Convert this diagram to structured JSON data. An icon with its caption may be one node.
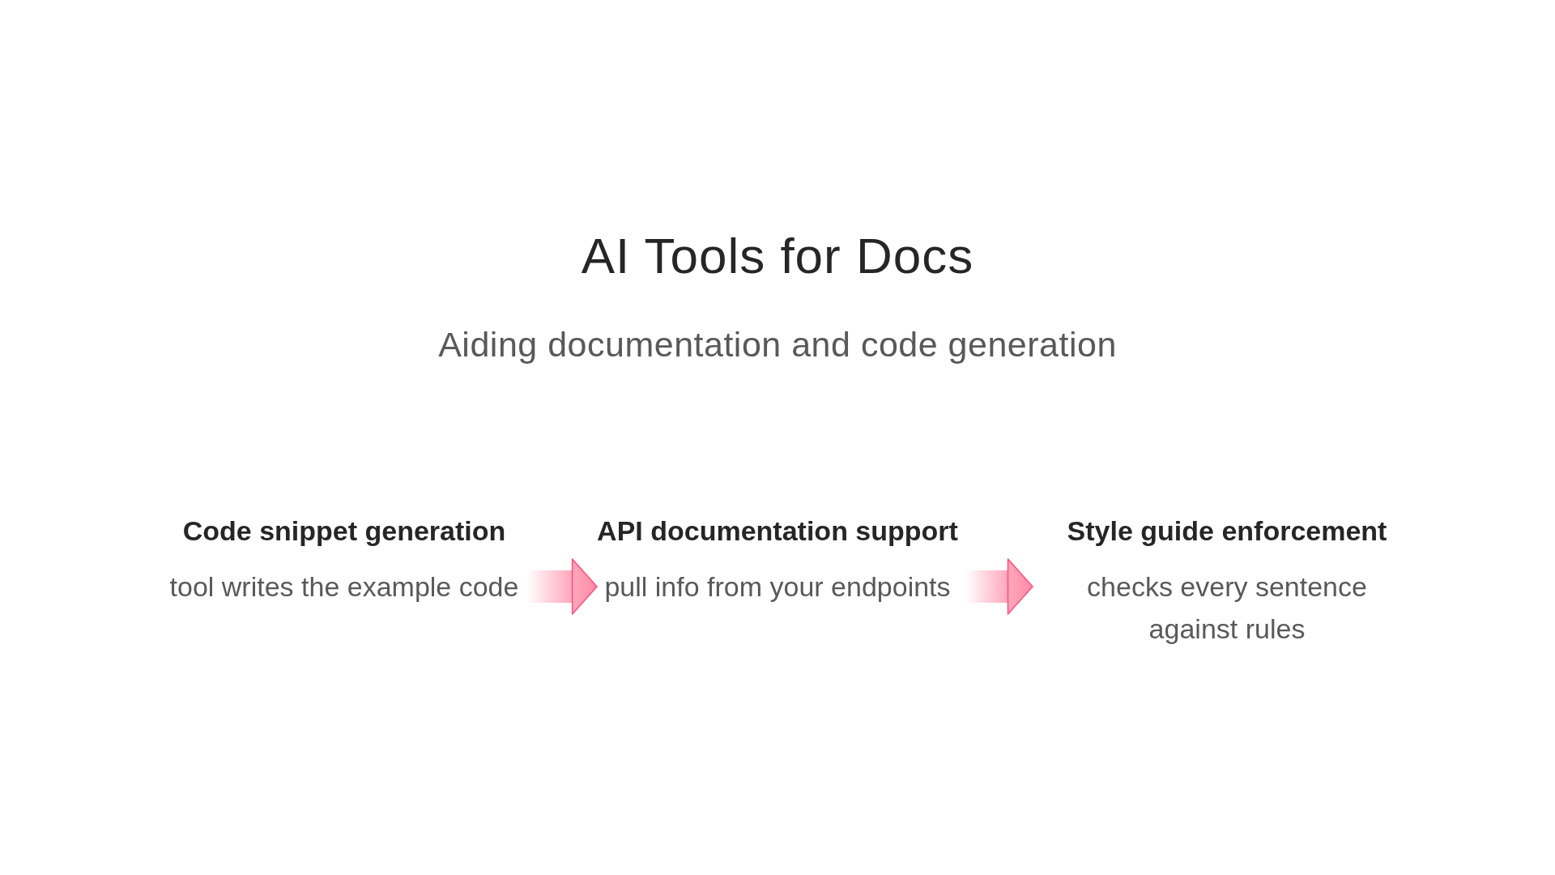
{
  "diagram": {
    "title": "AI Tools for Docs",
    "nodes": [
      {
        "text": [
          "Code snippet generation",
          "tool writes the example code"
        ]
      },
      {
        "text": [
          "API documentation support",
          "pull info from your endpoints"
        ]
      },
      {
        "text": [
          "Style guide enforcement",
          "checks every sentence against rules"
        ]
      }
    ],
    "edges": [
      {
        "from": 0,
        "to": 1,
        "arrow": "to"
      },
      {
        "from": 1,
        "to": 2,
        "arrow": "to"
      }
    ],
    "labels": [
      "Aiding documentation and code generation"
    ]
  }
}
